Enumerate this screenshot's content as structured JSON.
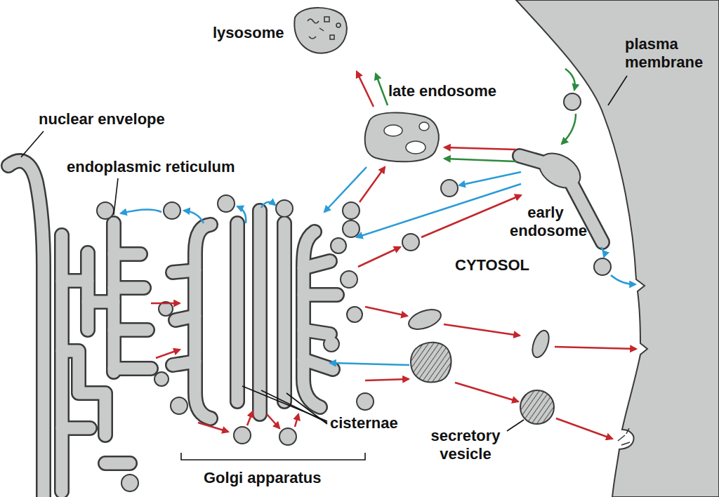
{
  "diagram": {
    "labels": [
      "lysosome",
      "plasma membrane",
      "late endosome",
      "nuclear envelope",
      "endoplasmic reticulum",
      "early endosome",
      "CYTOSOL",
      "cisternae",
      "secretory vesicle",
      "Golgi apparatus"
    ]
  }
}
